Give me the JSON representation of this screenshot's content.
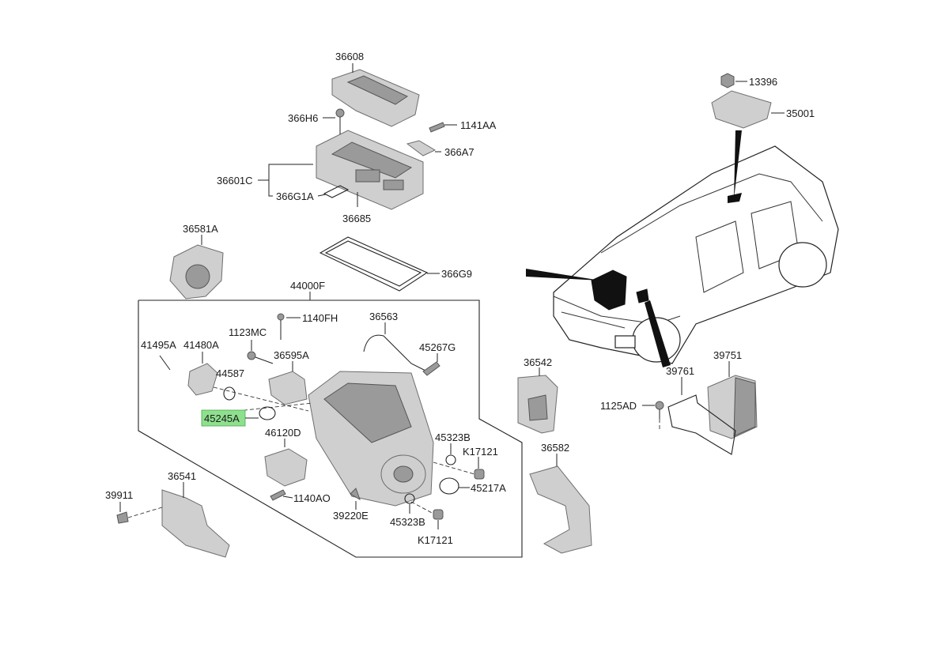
{
  "diagram": {
    "labels": {
      "p36608": "36608",
      "p366H6": "366H6",
      "p1141AA": "1141AA",
      "p366A7": "366A7",
      "p36601C": "36601C",
      "p366G1A": "366G1A",
      "p36685": "36685",
      "p366G9": "366G9",
      "p36581A": "36581A",
      "p44000F": "44000F",
      "p1140FH": "1140FH",
      "p36563": "36563",
      "p1123MC": "1123MC",
      "p41495A": "41495A",
      "p41480A": "41480A",
      "p36595A": "36595A",
      "p45267G": "45267G",
      "p44587": "44587",
      "p45245A": "45245A",
      "p46120D": "46120D",
      "p45323B_top": "45323B",
      "pK17121_top": "K17121",
      "p45217A": "45217A",
      "p1140AO": "1140AO",
      "p39220E": "39220E",
      "p45323B_bot": "45323B",
      "pK17121_bot": "K17121",
      "p36541": "36541",
      "p39911": "39911",
      "p36542": "36542",
      "p36582": "36582",
      "p13396": "13396",
      "p35001": "35001",
      "p39751": "39751",
      "p39761": "39761",
      "p1125AD": "1125AD"
    },
    "highlighted_part": "45245A",
    "highlight_color": "#8ee08e"
  }
}
